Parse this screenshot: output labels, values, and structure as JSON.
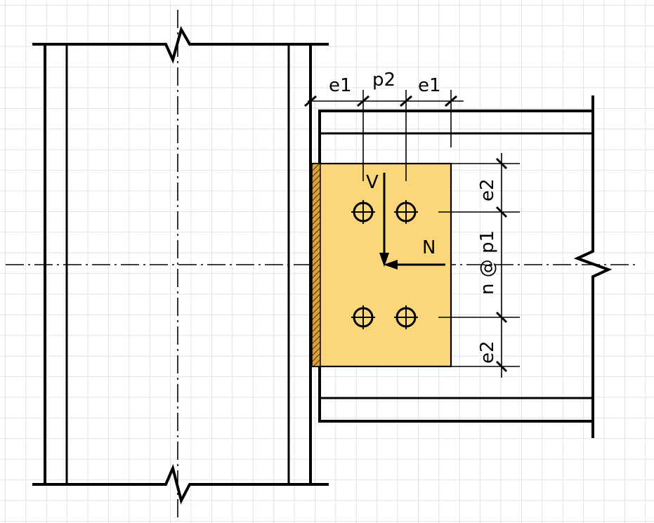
{
  "labels": {
    "e1_left": "e1",
    "p2": "p2",
    "e1_right": "e1",
    "e2_top": "e2",
    "n_at_p1": "n @ p1",
    "e2_bottom": "e2",
    "shear_force": "V",
    "axial_force": "N"
  },
  "colors": {
    "plate_fill": "#fcd67a",
    "weld_fill": "#d9a13a",
    "grid": "#d9d9d9",
    "line": "#000000",
    "background": "#ffffff"
  }
}
